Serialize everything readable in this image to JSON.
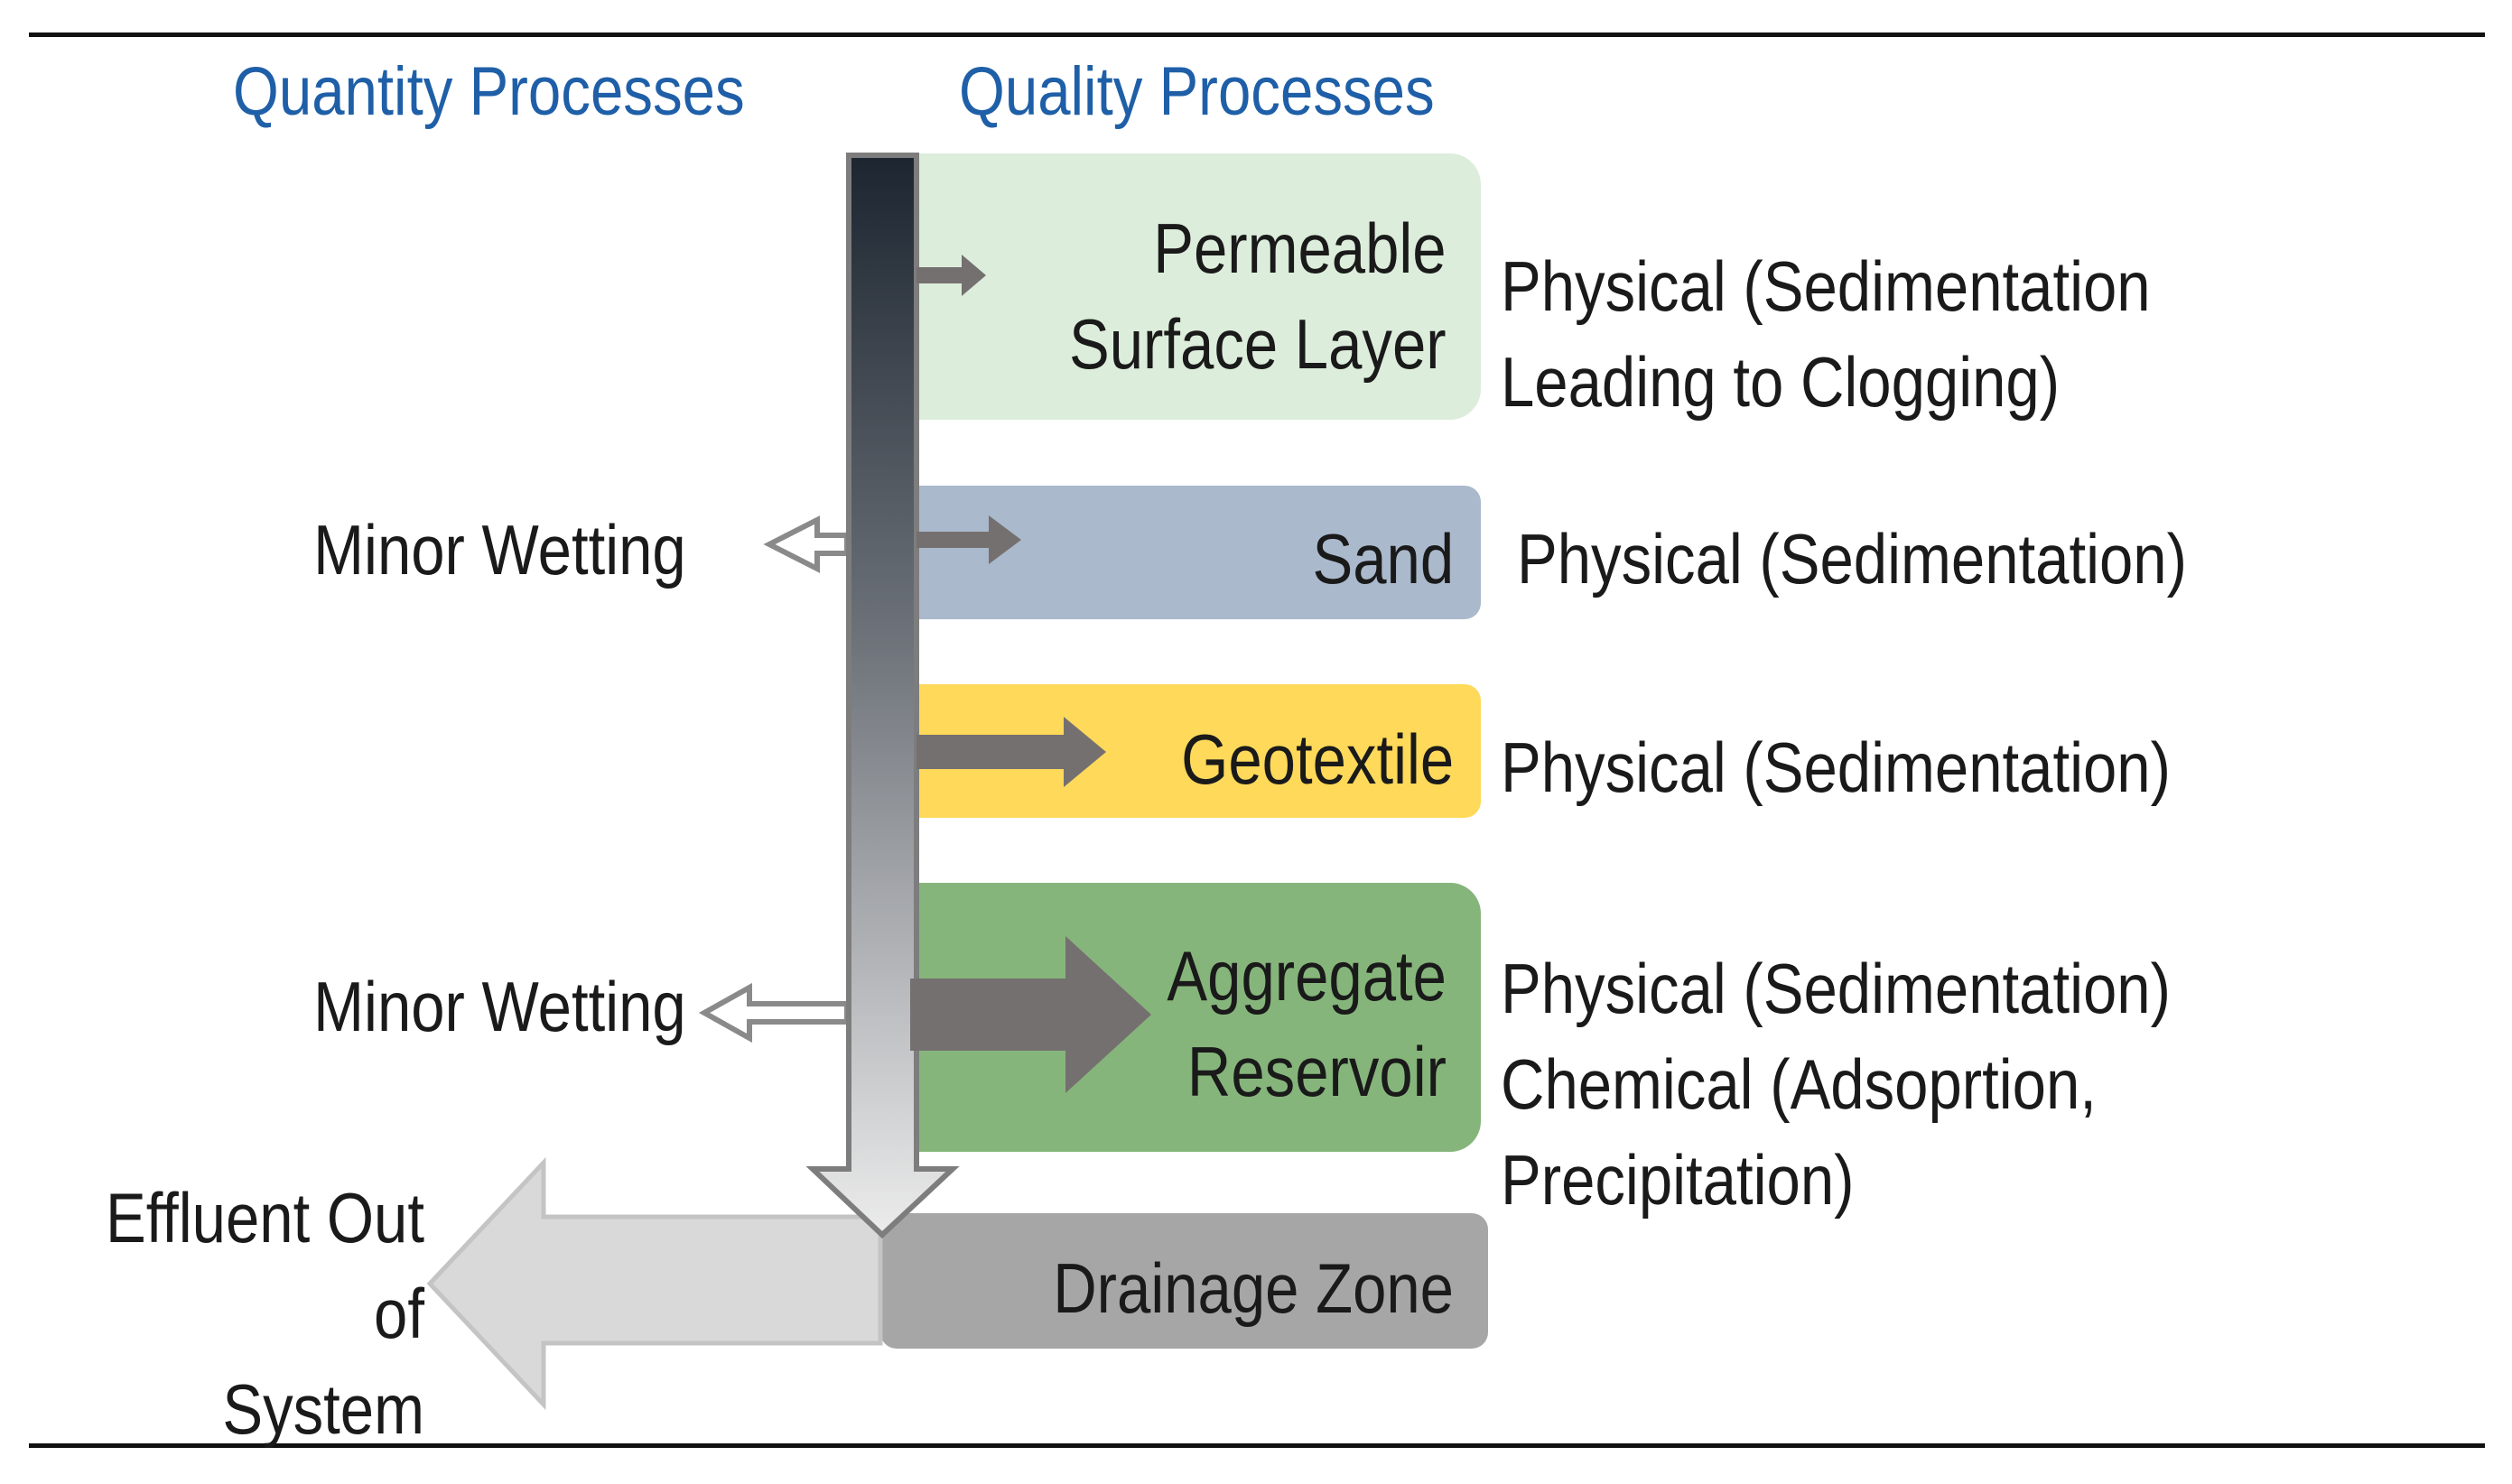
{
  "headers": {
    "quantity": "Quantity Processes",
    "quality": "Quality Processes"
  },
  "layers": [
    {
      "name": "Permeable\nSurface Layer",
      "process": "Physical (Sedimentation\nLeading to Clogging)",
      "color": "#dceedb"
    },
    {
      "name": "Sand",
      "process": "Physical (Sedimentation)",
      "color": "#aab9cc"
    },
    {
      "name": "Geotextile",
      "process": "Physical (Sedimentation)",
      "color": "#ffd95a"
    },
    {
      "name": "Aggregate\nReservoir",
      "process": "Physical (Sedimentation)\nChemical (Adsoprtion, Precipitation)",
      "color": "#86b57b"
    },
    {
      "name": "Drainage Zone",
      "process": "",
      "color": "#a6a6a6"
    }
  ],
  "quantity_labels": {
    "wetting_1": "Minor Wetting",
    "wetting_2": "Minor Wetting",
    "effluent": "Effluent Out of\nSystem"
  },
  "colors": {
    "header_text": "#1f5fa8",
    "flow_arrow_top": "#1c2530",
    "flow_arrow_bottom": "#e8e8e8",
    "side_arrow": "#757070",
    "effluent_arrow": "#d9d9d9"
  }
}
